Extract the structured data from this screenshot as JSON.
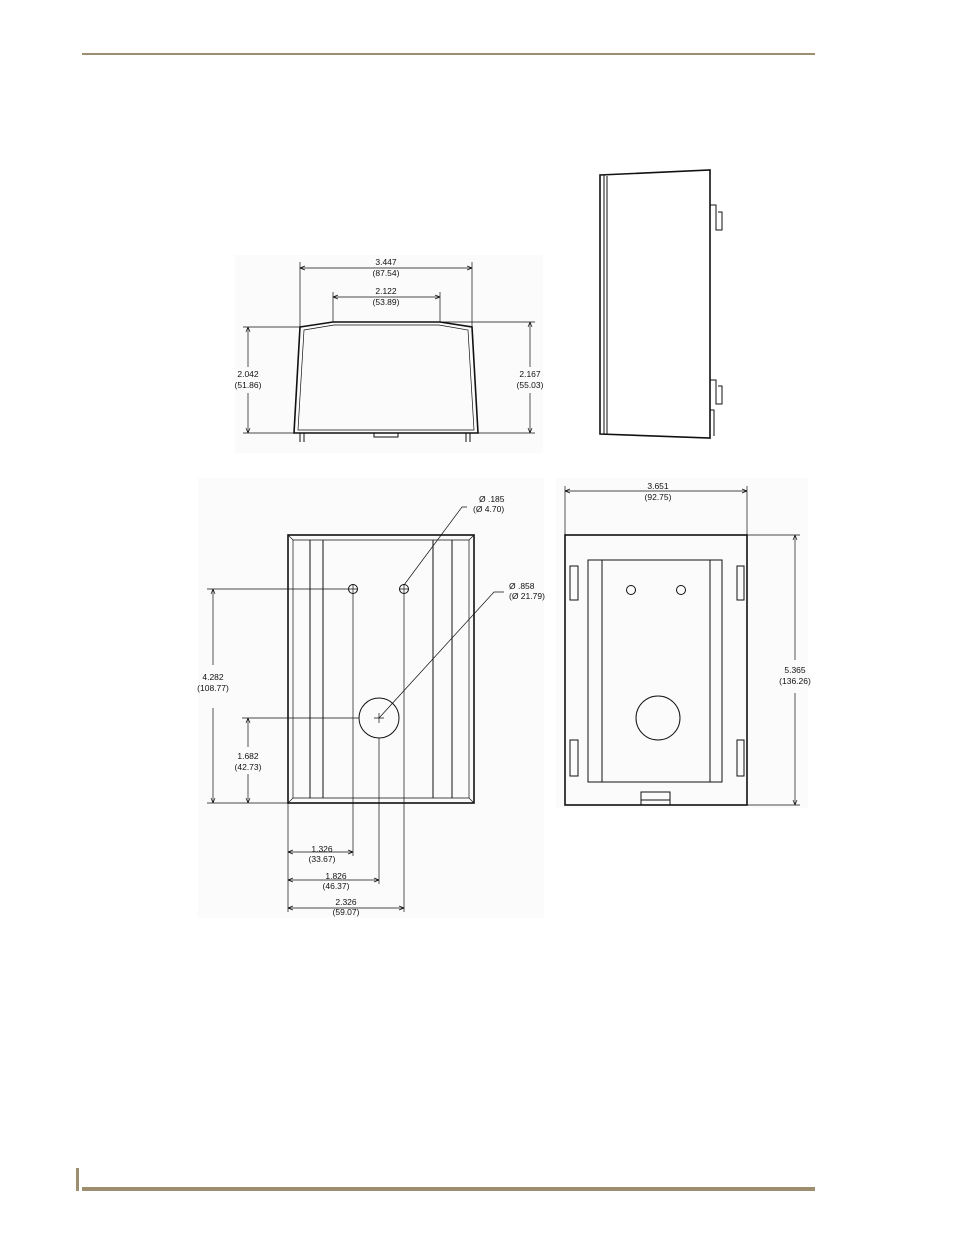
{
  "colors": {
    "rule": "#9c8e6e",
    "line": "#111111"
  },
  "front_view": {
    "width_in": "3.447",
    "width_mm": "(87.54)",
    "top_in": "2.122",
    "top_mm": "(53.89)",
    "left_height_in": "2.042",
    "left_height_mm": "(51.86)",
    "right_height_in": "2.167",
    "right_height_mm": "(55.03)"
  },
  "back_view": {
    "small_hole_in": "Ø .185",
    "small_hole_mm": "(Ø 4.70)",
    "large_hole_in": "Ø .858",
    "large_hole_mm": "(Ø 21.79)",
    "height_in": "4.282",
    "height_mm": "(108.77)",
    "low_height_in": "1.682",
    "low_height_mm": "(42.73)",
    "off1_in": "1.326",
    "off1_mm": "(33.67)",
    "off2_in": "1.826",
    "off2_mm": "(46.37)",
    "off3_in": "2.326",
    "off3_mm": "(59.07)"
  },
  "top_view": {
    "width_in": "3.651",
    "width_mm": "(92.75)",
    "height_in": "5.365",
    "height_mm": "(136.26)"
  }
}
